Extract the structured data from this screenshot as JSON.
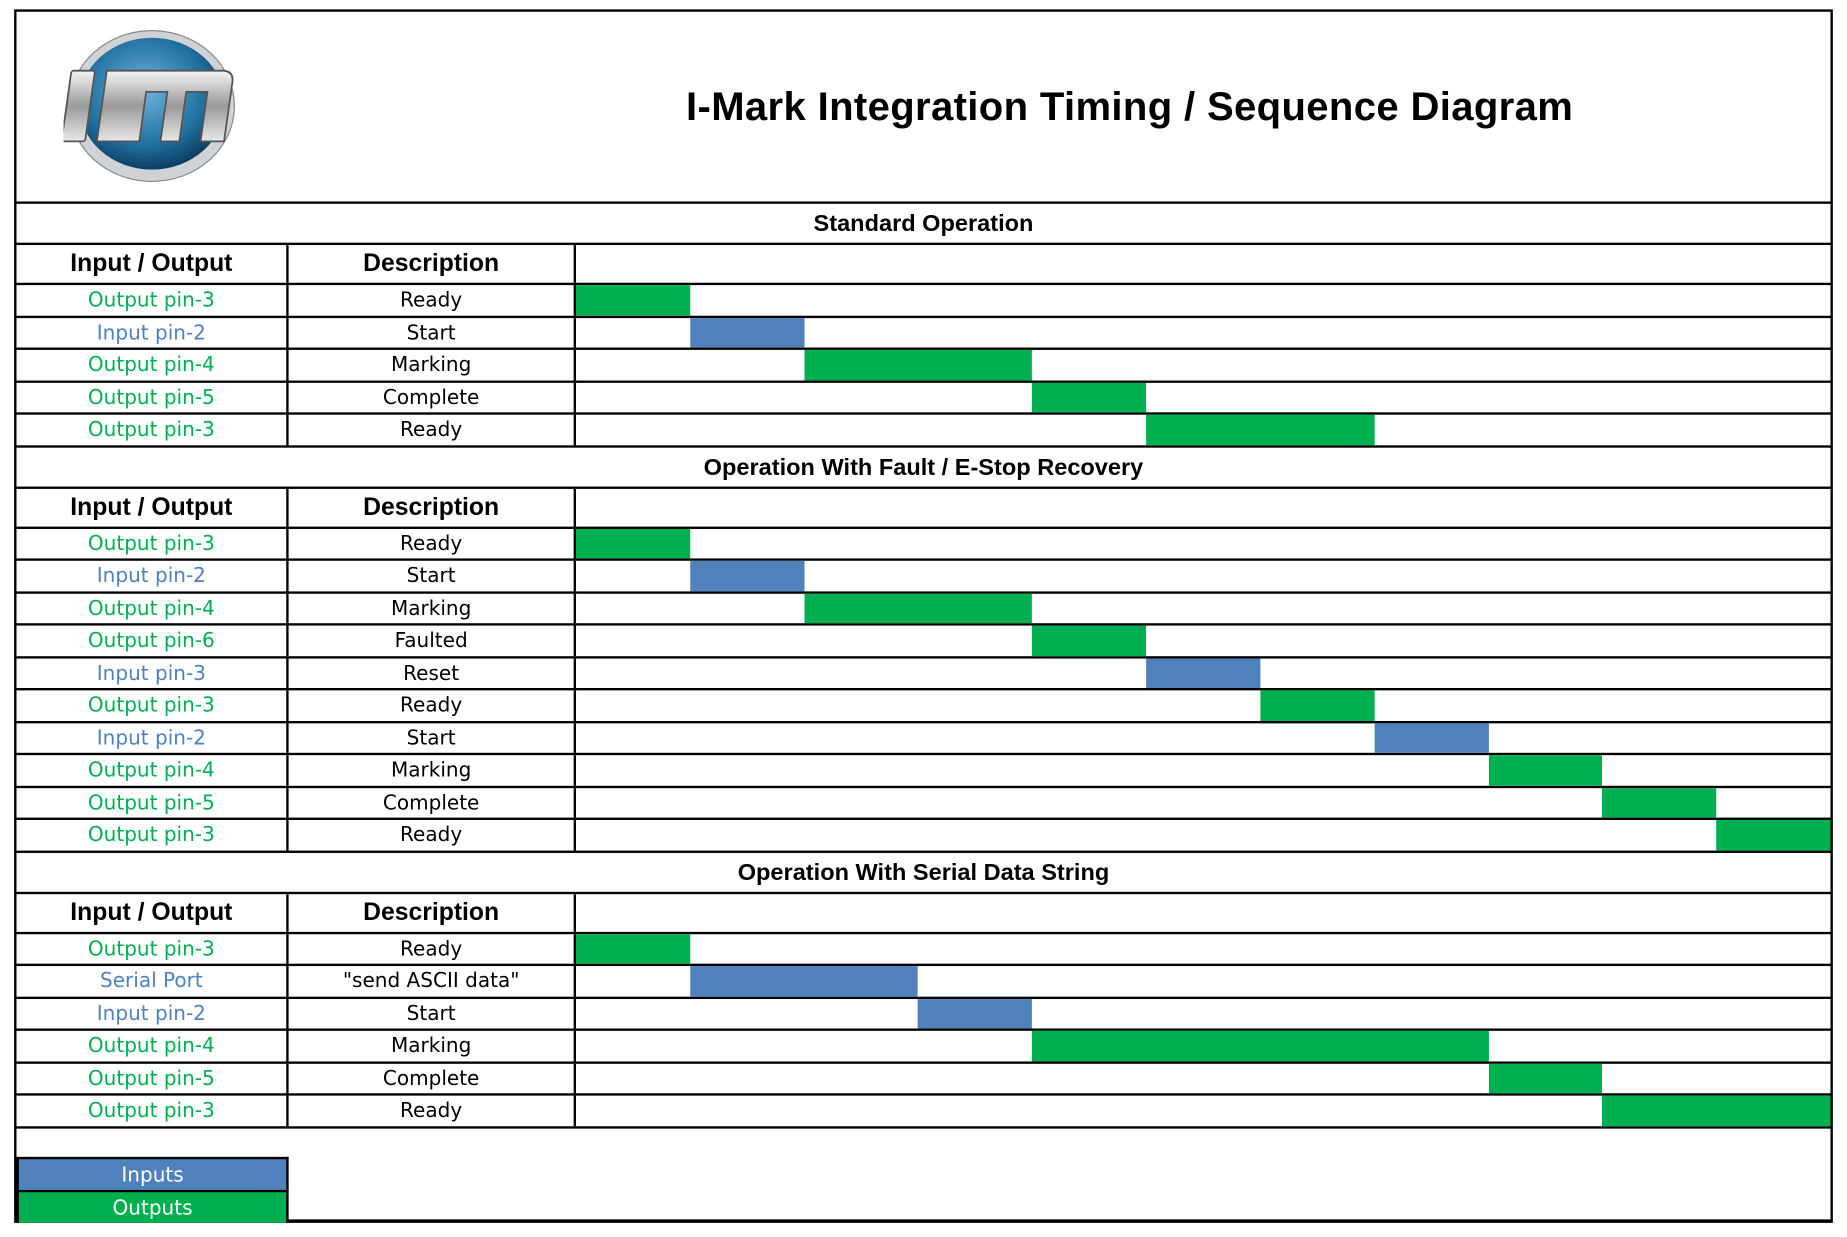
{
  "title": "I-Mark Integration Timing / Sequence Diagram",
  "logo_text": "IM",
  "colors": {
    "input": "#4f81bd",
    "output": "#00b050"
  },
  "time_slots": 11,
  "headers": {
    "io": "Input / Output",
    "description": "Description"
  },
  "sections": [
    {
      "title": "Standard Operation",
      "rows": [
        {
          "io": "Output pin-3",
          "type": "output",
          "description": "Ready",
          "start": 0,
          "end": 1
        },
        {
          "io": "Input pin-2",
          "type": "input",
          "description": "Start",
          "start": 1,
          "end": 2
        },
        {
          "io": "Output pin-4",
          "type": "output",
          "description": "Marking",
          "start": 2,
          "end": 4
        },
        {
          "io": "Output pin-5",
          "type": "output",
          "description": "Complete",
          "start": 4,
          "end": 5
        },
        {
          "io": "Output pin-3",
          "type": "output",
          "description": "Ready",
          "start": 5,
          "end": 7
        }
      ]
    },
    {
      "title": "Operation With Fault / E-Stop Recovery",
      "rows": [
        {
          "io": "Output pin-3",
          "type": "output",
          "description": "Ready",
          "start": 0,
          "end": 1
        },
        {
          "io": "Input pin-2",
          "type": "input",
          "description": "Start",
          "start": 1,
          "end": 2
        },
        {
          "io": "Output pin-4",
          "type": "output",
          "description": "Marking",
          "start": 2,
          "end": 4
        },
        {
          "io": "Output pin-6",
          "type": "output",
          "description": "Faulted",
          "start": 4,
          "end": 5
        },
        {
          "io": "Input pin-3",
          "type": "input",
          "description": "Reset",
          "start": 5,
          "end": 6
        },
        {
          "io": "Output pin-3",
          "type": "output",
          "description": "Ready",
          "start": 6,
          "end": 7
        },
        {
          "io": "Input pin-2",
          "type": "input",
          "description": "Start",
          "start": 7,
          "end": 8
        },
        {
          "io": "Output pin-4",
          "type": "output",
          "description": "Marking",
          "start": 8,
          "end": 9
        },
        {
          "io": "Output pin-5",
          "type": "output",
          "description": "Complete",
          "start": 9,
          "end": 10
        },
        {
          "io": "Output pin-3",
          "type": "output",
          "description": "Ready",
          "start": 10,
          "end": 11
        }
      ]
    },
    {
      "title": "Operation With Serial Data String",
      "rows": [
        {
          "io": "Output pin-3",
          "type": "output",
          "description": "Ready",
          "start": 0,
          "end": 1
        },
        {
          "io": "Serial Port",
          "type": "input",
          "description": "\"send ASCII data\"",
          "start": 1,
          "end": 3
        },
        {
          "io": "Input pin-2",
          "type": "input",
          "description": "Start",
          "start": 3,
          "end": 4
        },
        {
          "io": "Output pin-4",
          "type": "output",
          "description": "Marking",
          "start": 4,
          "end": 8
        },
        {
          "io": "Output pin-5",
          "type": "output",
          "description": "Complete",
          "start": 8,
          "end": 9
        },
        {
          "io": "Output pin-3",
          "type": "output",
          "description": "Ready",
          "start": 9,
          "end": 11
        }
      ]
    }
  ],
  "legend": {
    "inputs": "Inputs",
    "outputs": "Outputs"
  }
}
